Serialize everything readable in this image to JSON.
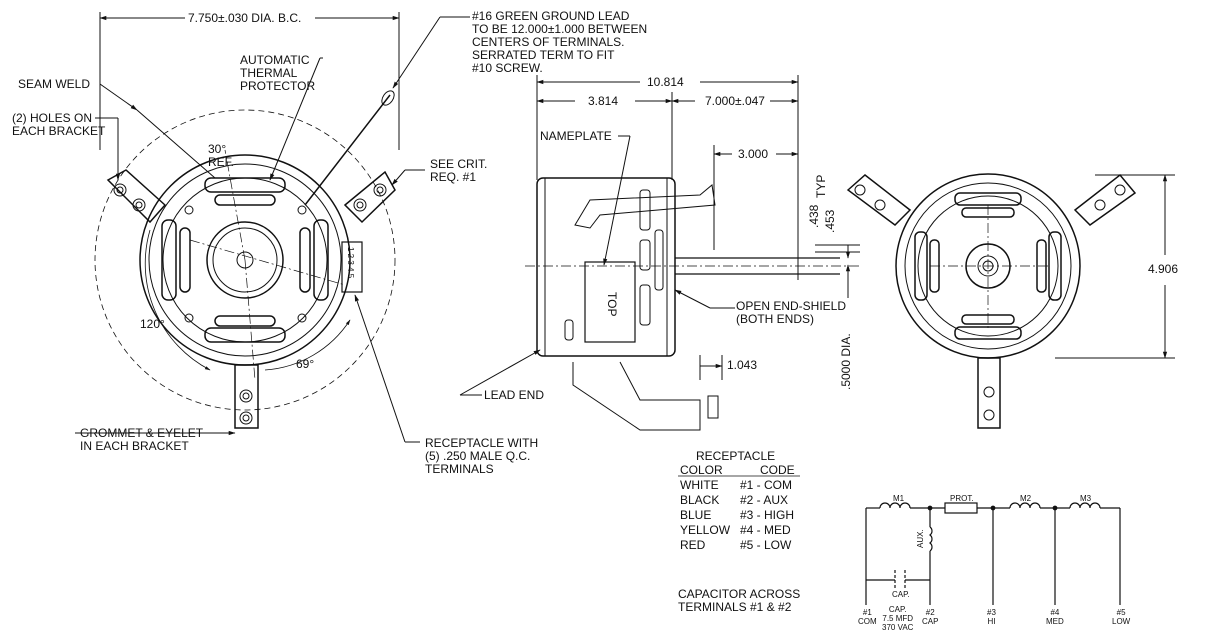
{
  "front_view": {
    "dim_bolt_circle": "7.750±.030 DIA. B.C.",
    "seam_weld": "SEAM WELD",
    "holes_note": "(2) HOLES ON\nEACH BRACKET",
    "thermal_protector": "AUTOMATIC\nTHERMAL\nPROTECTOR",
    "angle_30": "30°\nREF.",
    "angle_120": "120°",
    "angle_69": "69°",
    "ground_lead_note": "#16 GREEN GROUND LEAD\nTO BE 12.000±1.000 BETWEEN\nCENTERS OF TERMINALS.\nSERRATED TERM TO FIT\n#10 SCREW.",
    "see_crit": "SEE CRIT.\nREQ. #1",
    "grommet_note": "GROMMET & EYELET\nIN EACH BRACKET",
    "receptacle_note": "RECEPTACLE WITH\n(5) .250 MALE Q.C.\nTERMINALS",
    "terminal_numbers": "1 2 3 4 5"
  },
  "side_view": {
    "dim_overall": "10.814",
    "dim_3814": "3.814",
    "dim_7000": "7.000±.047",
    "dim_3000": "3.000",
    "dim_438": ".438",
    "dim_453": ".453",
    "dim_typ": "TYP",
    "dim_shaft": ".5000 DIA.",
    "dim_1043": "1.043",
    "nameplate": "NAMEPLATE",
    "top_label": "TOP",
    "open_end_shield": "OPEN END-SHIELD\n(BOTH ENDS)",
    "lead_end": "LEAD END"
  },
  "end_view": {
    "dim_height": "4.906"
  },
  "receptacle_table": {
    "title": "RECEPTACLE",
    "col_color": "COLOR",
    "col_code": "CODE",
    "rows": [
      {
        "color": "WHITE",
        "code": "#1 - COM"
      },
      {
        "color": "BLACK",
        "code": "#2 - AUX"
      },
      {
        "color": "BLUE",
        "code": "#3 - HIGH"
      },
      {
        "color": "YELLOW",
        "code": "#4 - MED"
      },
      {
        "color": "RED",
        "code": "#5 - LOW"
      }
    ]
  },
  "capacitor_note": "CAPACITOR ACROSS\nTERMINALS #1 & #2",
  "schematic": {
    "m1": "M1",
    "prot": "PROT.",
    "m2": "M2",
    "m3": "M3",
    "aux": "AUX.",
    "cap": "CAP.",
    "cap_rating": "CAP.\n7.5 MFD\n370 VAC",
    "t1": "#1\nCOM",
    "t2": "#2\nCAP",
    "t3": "#3\nHI",
    "t4": "#4\nMED",
    "t5": "#5\nLOW"
  }
}
